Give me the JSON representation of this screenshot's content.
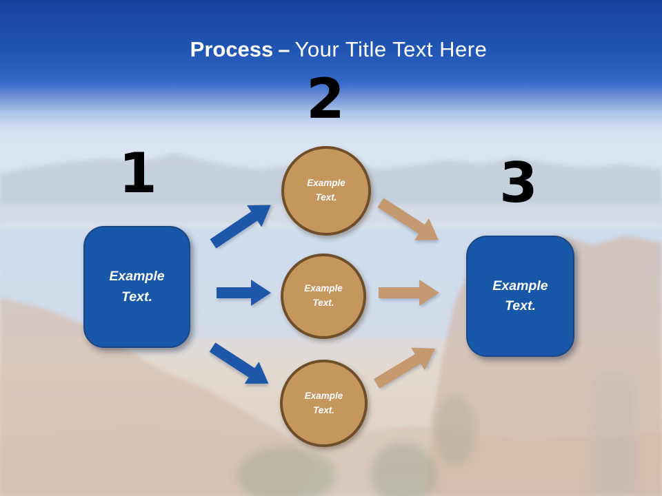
{
  "slide": {
    "title": {
      "emphasis": "Process",
      "separator": "–",
      "rest": "Your Title Text Here"
    }
  },
  "diagram": {
    "step1": {
      "number": "1",
      "box_label": "Example Text."
    },
    "step2": {
      "number": "2"
    },
    "step3": {
      "number": "3",
      "box_label": "Example Text."
    },
    "circles": [
      {
        "label": "Example Text."
      },
      {
        "label": "Example Text."
      },
      {
        "label": "Example Text."
      }
    ]
  },
  "colors": {
    "header_blue": "#17429c",
    "box_fill": "#1857a8",
    "box_border": "#1a4784",
    "circle_fill": "#c6965f",
    "circle_border": "#6f4e2a",
    "arrow_blue": "#1e56a8",
    "arrow_tan": "#c49568",
    "number_color": "#000000",
    "title_color": "#ffffff"
  }
}
